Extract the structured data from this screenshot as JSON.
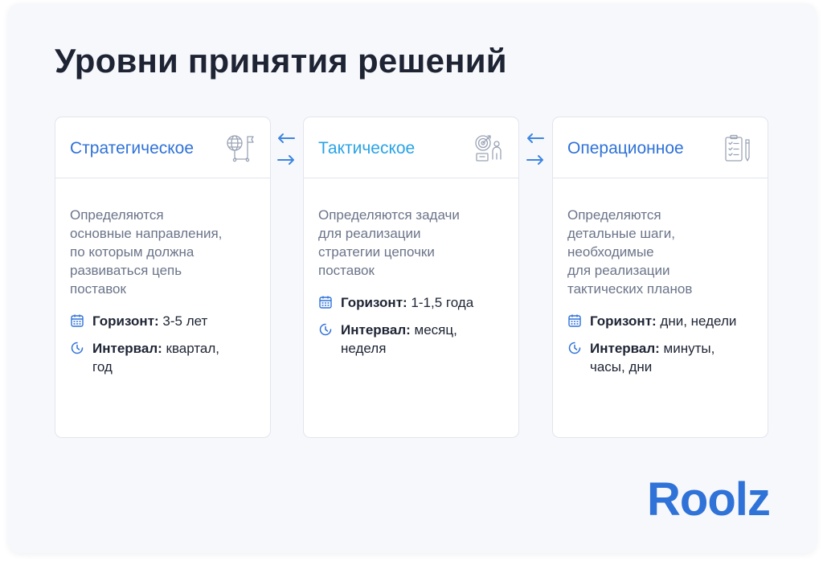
{
  "title": "Уровни принятия решений",
  "brand": {
    "logo_text": "Roolz",
    "color": "#2f72d8"
  },
  "colors": {
    "accent": "#2f72d8",
    "arrow": "#3d86e0",
    "title": "#1e2434",
    "muted": "#6b7489",
    "icon": "#9aa3b5"
  },
  "cards": [
    {
      "title": "Стратегическое",
      "icon": "globe-flag-icon",
      "description": "Определяются\nосновные направления,\nпо которым должна\nразвиваться цепь\nпоставок",
      "horizon_label": "Горизонт:",
      "horizon_value": " 3-5 лет",
      "interval_label": "Интервал:",
      "interval_value": " квартал,\nгод"
    },
    {
      "title": "Тактическое",
      "icon": "target-person-icon",
      "description": "Определяются задачи\nдля реализации\nстратегии цепочки\nпоставок",
      "horizon_label": "Горизонт:",
      "horizon_value": " 1-1,5 года",
      "interval_label": "Интервал:",
      "interval_value": " месяц,\nнеделя"
    },
    {
      "title": "Операционное",
      "icon": "checklist-pen-icon",
      "description": "Определяются\nдетальные шаги,\nнеобходимые\nдля реализации\nтактических планов",
      "horizon_label": "Горизонт:",
      "horizon_value": " дни, недели",
      "interval_label": "Интервал:",
      "interval_value": " минуты,\nчасы, дни"
    }
  ]
}
